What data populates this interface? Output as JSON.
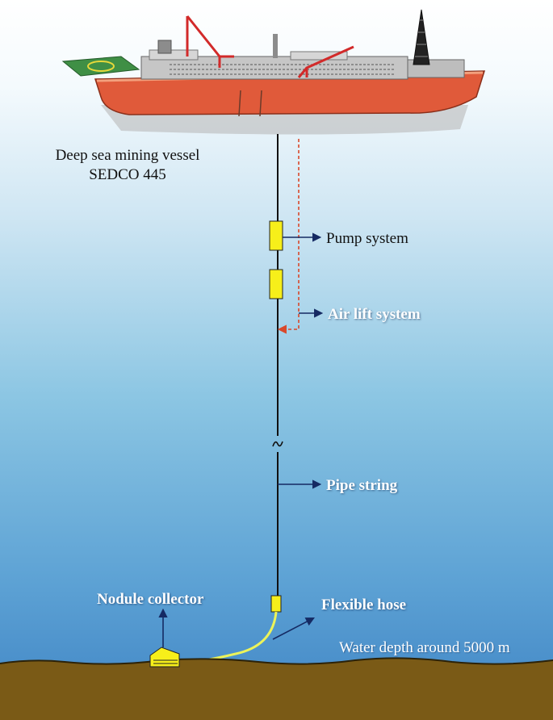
{
  "vessel": {
    "name_line1": "Deep sea mining vessel",
    "name_line2": "SEDCO 445"
  },
  "labels": {
    "pump_system": "Pump system",
    "air_lift_system": "Air lift system",
    "pipe_string": "Pipe string",
    "nodule_collector": "Nodule collector",
    "flexible_hose": "Flexible hose",
    "water_depth": "Water depth around 5000 m"
  },
  "colors": {
    "sky_top": "#ffffff",
    "water_mid": "#8cc6e3",
    "water_deep": "#3f84c4",
    "seabed": "#7a5a16",
    "hull": "#e05a3a",
    "crane": "#d22a2a",
    "pump_yellow": "#f7ef1a",
    "arrow_navy": "#152a63",
    "airline_red": "#d9482a",
    "hose_yellow": "#ecf35a"
  }
}
